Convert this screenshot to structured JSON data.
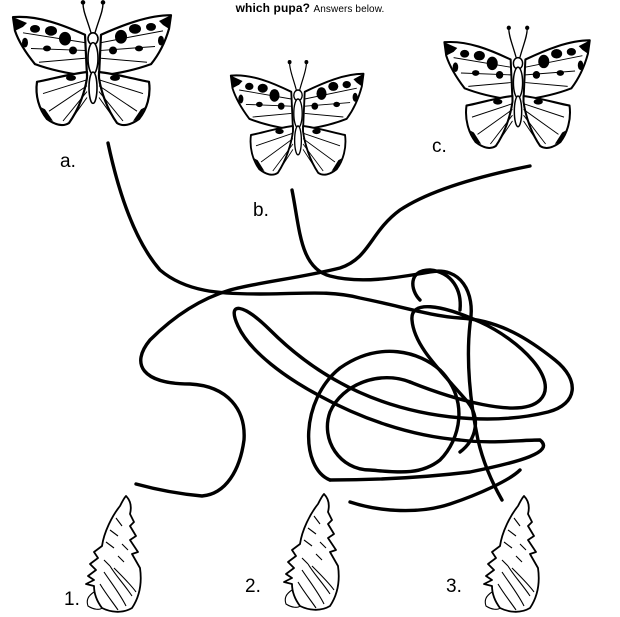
{
  "header": {
    "question": "which pupa?",
    "hint": "Answers below."
  },
  "butterflies": [
    {
      "label": "a."
    },
    {
      "label": "b."
    },
    {
      "label": "c."
    }
  ],
  "pupae": [
    {
      "label": "1."
    },
    {
      "label": "2."
    },
    {
      "label": "3."
    }
  ]
}
